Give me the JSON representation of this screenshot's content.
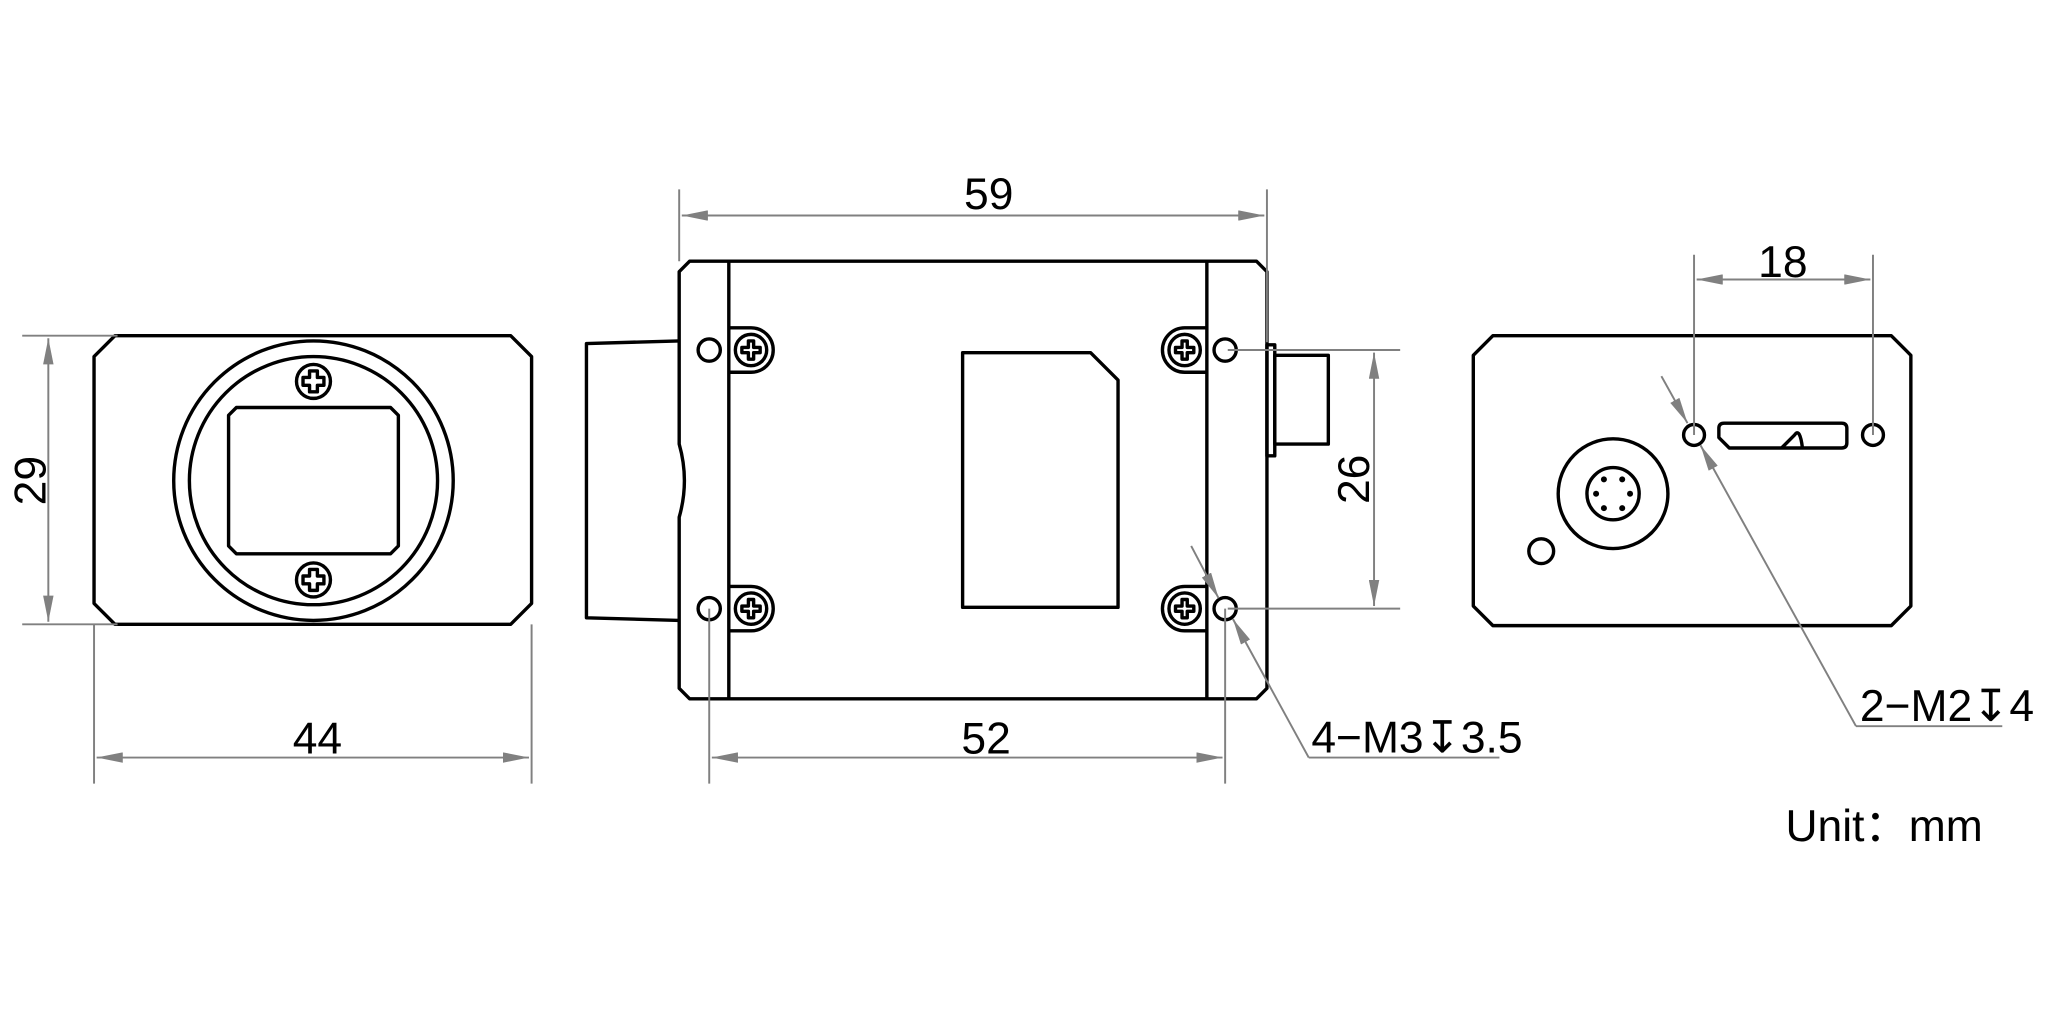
{
  "drawing": {
    "front_view": {
      "width_dim": "44",
      "height_dim": "29"
    },
    "side_view": {
      "length_dim": "59",
      "hole_spacing_dim": "52",
      "hole_height_dim": "26",
      "hole_callout": "4−M3↧3.5"
    },
    "rear_view": {
      "hole_spacing_dim": "18",
      "hole_callout": "2−M2↧4"
    },
    "unit_label": "Unit：mm"
  }
}
